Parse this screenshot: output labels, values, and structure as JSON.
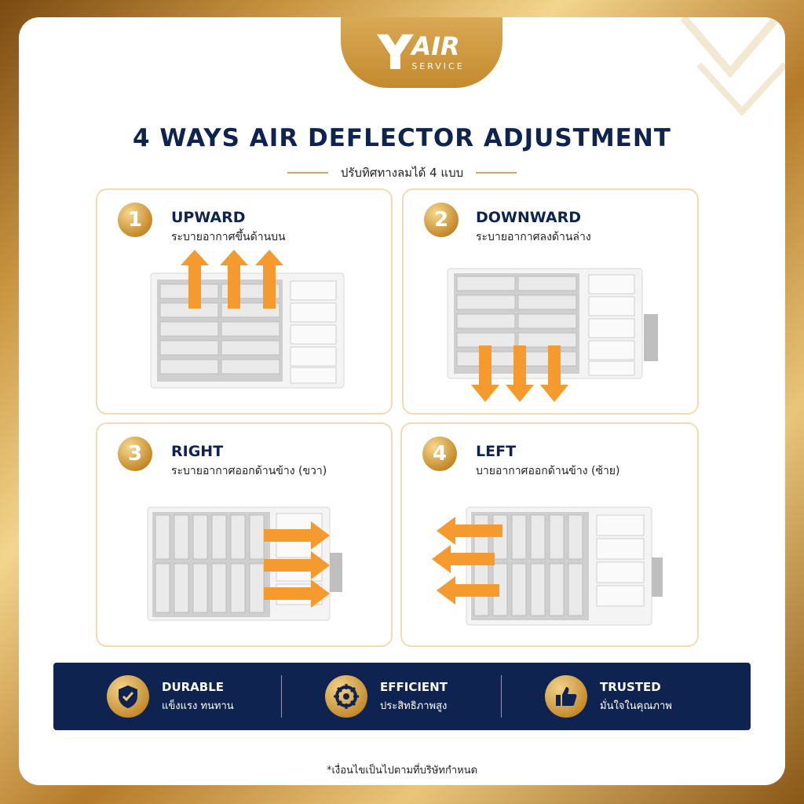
{
  "brand": {
    "initial": "Y",
    "name": "AIR",
    "tagline": "SERVICE"
  },
  "heading": {
    "title": "4 WAYS AIR DEFLECTOR ADJUSTMENT",
    "subtitle": "ปรับทิศทางลมได้ 4 แบบ"
  },
  "modes": [
    {
      "number": "1",
      "title": "UPWARD",
      "subtitle": "ระบายอากาศขึ้นด้านบน",
      "direction": "up"
    },
    {
      "number": "2",
      "title": "DOWNWARD",
      "subtitle": "ระบายอากาศลงด้านล่าง",
      "direction": "down"
    },
    {
      "number": "3",
      "title": "RIGHT",
      "subtitle": "ระบายอากาศออกด้านข้าง (ขวา)",
      "direction": "right"
    },
    {
      "number": "4",
      "title": "LEFT",
      "subtitle": "บายอากาศออกด้านข้าง (ซ้าย)",
      "direction": "left"
    }
  ],
  "features": [
    {
      "title": "DURABLE",
      "subtitle": "แข็งแรง ทนทาน",
      "icon": "shield-check-icon"
    },
    {
      "title": "EFFICIENT",
      "subtitle": "ประสิทธิภาพสูง",
      "icon": "gear-wheel-icon"
    },
    {
      "title": "TRUSTED",
      "subtitle": "มั่นใจในคุณภาพ",
      "icon": "thumbs-up-icon"
    }
  ],
  "footnote": "*เงื่อนไขเป็นไปตามที่บริษัทกำหนด",
  "colors": {
    "navy": "#0e2350",
    "gold": "#c99440",
    "arrow": "#f59a2e"
  }
}
